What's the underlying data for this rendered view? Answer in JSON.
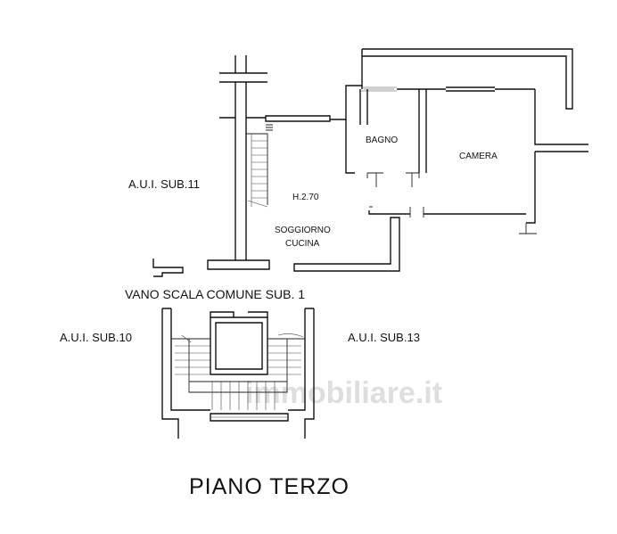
{
  "labels": {
    "aui_sub11": "A.U.I. SUB.11",
    "aui_sub10": "A.U.I. SUB.10",
    "aui_sub13": "A.U.I. SUB.13",
    "stair_common": "VANO SCALA COMUNE SUB. 1",
    "bagno": "BAGNO",
    "camera": "CAMERA",
    "height": "H.2.70",
    "soggiorno": "SOGGIORNO",
    "cucina": "CUCINA",
    "floor_title": "PIANO TERZO"
  },
  "watermark": "immobiliare.it",
  "colors": {
    "line": "#111111",
    "watermark": "#c9c9c9",
    "background": "#ffffff"
  }
}
